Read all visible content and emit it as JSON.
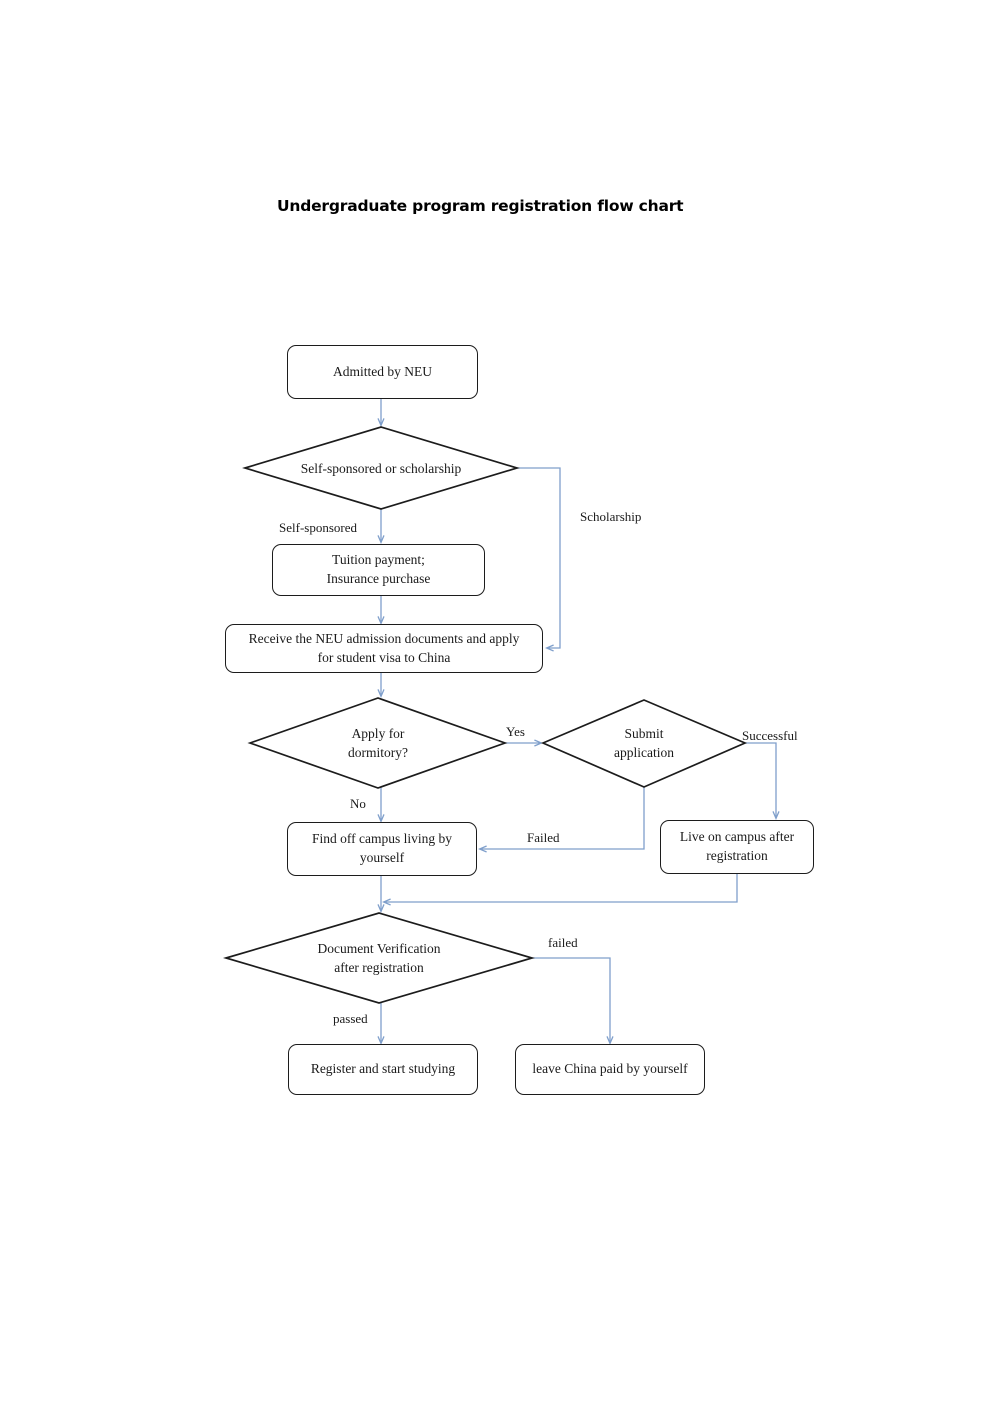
{
  "title": "Undergraduate program registration flow chart",
  "colors": {
    "node_stroke": "#1c1c1c",
    "edge_stroke": "#7f9fcb",
    "text": "#1a1a1a",
    "background": "#ffffff"
  },
  "nodes": {
    "admitted": {
      "label": "Admitted by NEU",
      "shape": "rounded-rect"
    },
    "sponsor_decision": {
      "label": "Self-sponsored or scholarship",
      "shape": "diamond"
    },
    "tuition": {
      "label": "Tuition payment;\nInsurance purchase",
      "line1": "Tuition payment;",
      "line2": "Insurance purchase",
      "shape": "rounded-rect"
    },
    "receive_docs": {
      "line1": "Receive the NEU admission documents and apply",
      "line2": "for student visa to China",
      "shape": "rounded-rect"
    },
    "dormitory_decision": {
      "line1": "Apply for",
      "line2": "dormitory?",
      "shape": "diamond"
    },
    "submit_application": {
      "line1": "Submit",
      "line2": "application",
      "shape": "diamond"
    },
    "off_campus": {
      "line1": "Find off campus living by",
      "line2": "yourself",
      "shape": "rounded-rect"
    },
    "on_campus": {
      "line1": "Live on campus after",
      "line2": "registration",
      "shape": "rounded-rect"
    },
    "verification_decision": {
      "line1": "Document Verification",
      "line2": "after registration",
      "shape": "diamond"
    },
    "register_study": {
      "label": "Register and start studying",
      "shape": "rounded-rect"
    },
    "leave_china": {
      "label": "leave China paid by yourself",
      "shape": "rounded-rect"
    }
  },
  "edge_labels": {
    "self_sponsored": "Self-sponsored",
    "scholarship": "Scholarship",
    "yes": "Yes",
    "no": "No",
    "successful": "Successful",
    "failed_dorm": "Failed",
    "failed_verification": "failed",
    "passed": "passed"
  }
}
